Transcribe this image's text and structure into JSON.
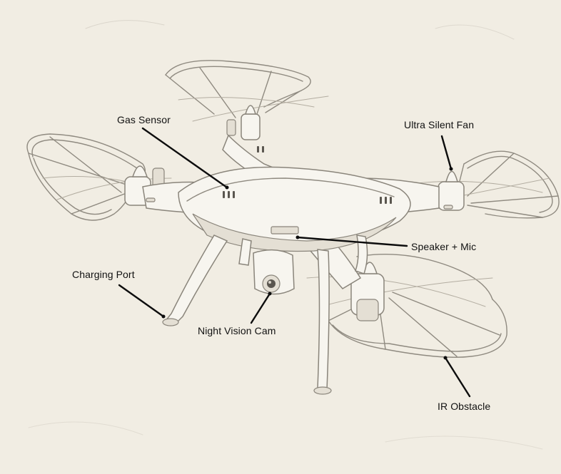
{
  "labels": {
    "gas_sensor": "Gas Sensor",
    "ultra_silent_fan": "Ultra Silent Fan",
    "speaker_mic": "Speaker + Mic",
    "charging_port": "Charging Port",
    "night_vision_cam": "Night Vision Cam",
    "ir_obstacle": "IR Obstacle"
  },
  "colors": {
    "background": "#f1ede3",
    "leader_lines": "#0d0d0d",
    "pencil": "#8f8a80"
  }
}
